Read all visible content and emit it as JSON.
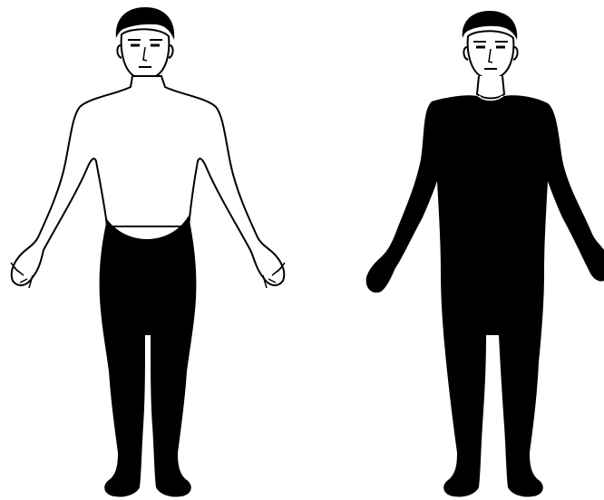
{
  "scene": {
    "background_color": "#ffffff",
    "ink_color": "#000000",
    "figures": [
      {
        "id": "left",
        "description_icon": "standing-man-icon",
        "coverage": "legs-and-lower-torso",
        "fill": "#000000"
      },
      {
        "id": "right",
        "description_icon": "standing-man-icon",
        "coverage": "full-body-below-neck",
        "fill": "#000000"
      }
    ]
  }
}
